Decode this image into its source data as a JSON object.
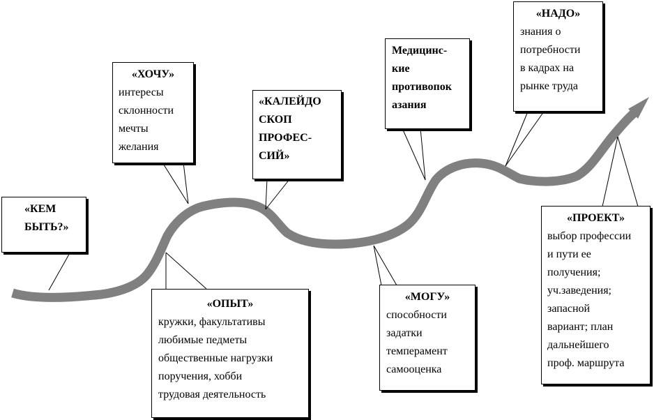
{
  "colors": {
    "path": "#808080",
    "border": "#000000",
    "background": "#ffffff",
    "text": "#000000"
  },
  "boxes": {
    "kem": {
      "title_lines": [
        "«КЕМ",
        "БЫТЬ?»"
      ]
    },
    "hochu": {
      "title": "«ХОЧУ»",
      "lines": [
        "интересы",
        "склонности",
        "мечты",
        "желания"
      ]
    },
    "opyt": {
      "title": "«ОПЫТ»",
      "lines": [
        "кружки, факультативы",
        "любимые педметы",
        "общественные нагрузки",
        "поручения, хобби",
        "трудовая деятельность"
      ]
    },
    "kaleido": {
      "title_lines": [
        "«КАЛЕЙДО",
        "СКОП",
        "ПРОФЕС-",
        "СИЙ»"
      ]
    },
    "medic": {
      "title_lines": [
        "Медицинс-",
        "кие",
        "противопок",
        "азания"
      ]
    },
    "mogu": {
      "title": "«МОГУ»",
      "lines": [
        "способности",
        "задатки",
        "темперамент",
        "самооценка"
      ]
    },
    "nado": {
      "title": "«НАДО»",
      "lines": [
        "знания о",
        "потребности",
        "в кадрах на",
        "рынке труда"
      ]
    },
    "proekt": {
      "title": "«ПРОЕКТ»",
      "lines": [
        "выбор профессии",
        "и пути ее",
        "получения;",
        "уч.заведения;",
        "запасной",
        "вариант; план",
        "дальнейшего",
        "проф. маршрута"
      ]
    }
  }
}
